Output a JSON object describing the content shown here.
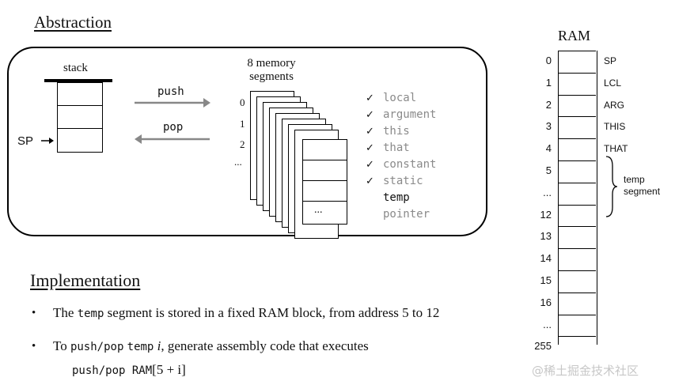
{
  "abstraction": {
    "heading": "Abstraction",
    "stack_label": "stack",
    "sp_label": "SP",
    "push_label": "push",
    "pop_label": "pop",
    "segments_title_line1": "8 memory",
    "segments_title_line2": "segments",
    "segment_indices": [
      "0",
      "1",
      "2",
      "..."
    ],
    "front_page_dots": "...",
    "segments": [
      {
        "name": "local",
        "checked": true,
        "highlight": false
      },
      {
        "name": "argument",
        "checked": true,
        "highlight": false
      },
      {
        "name": "this",
        "checked": true,
        "highlight": false
      },
      {
        "name": "that",
        "checked": true,
        "highlight": false
      },
      {
        "name": "constant",
        "checked": true,
        "highlight": false
      },
      {
        "name": "static",
        "checked": true,
        "highlight": false
      },
      {
        "name": "temp",
        "checked": false,
        "highlight": true
      },
      {
        "name": "pointer",
        "checked": false,
        "highlight": false
      }
    ],
    "check_mark": "✓"
  },
  "implementation": {
    "heading": "Implementation",
    "bullet_symbol": "•",
    "bullet1": {
      "pre": "The ",
      "code": "temp",
      "post": " segment is stored in a fixed RAM block,  from address 5 to 12"
    },
    "bullet2": {
      "pre": "To ",
      "code1": "push/pop",
      "mid": " ",
      "code2": "temp",
      "var": " i",
      "post": ", generate assembly code that executes"
    },
    "bullet2_line2": {
      "code": "push/pop RAM",
      "expr": "[5 + i]"
    }
  },
  "ram": {
    "title": "RAM",
    "rows": [
      {
        "addr": "0",
        "name": "SP"
      },
      {
        "addr": "1",
        "name": "LCL"
      },
      {
        "addr": "2",
        "name": "ARG"
      },
      {
        "addr": "3",
        "name": "THIS"
      },
      {
        "addr": "4",
        "name": "THAT"
      },
      {
        "addr": "5",
        "name": ""
      },
      {
        "addr": "...",
        "name": ""
      },
      {
        "addr": "12",
        "name": ""
      },
      {
        "addr": "13",
        "name": ""
      },
      {
        "addr": "14",
        "name": ""
      },
      {
        "addr": "15",
        "name": ""
      },
      {
        "addr": "16",
        "name": ""
      },
      {
        "addr": "...",
        "name": ""
      },
      {
        "addr": "255",
        "name": ""
      }
    ],
    "temp_label_line1": "temp",
    "temp_label_line2": "segment"
  },
  "watermark": "@稀土掘金技术社区"
}
